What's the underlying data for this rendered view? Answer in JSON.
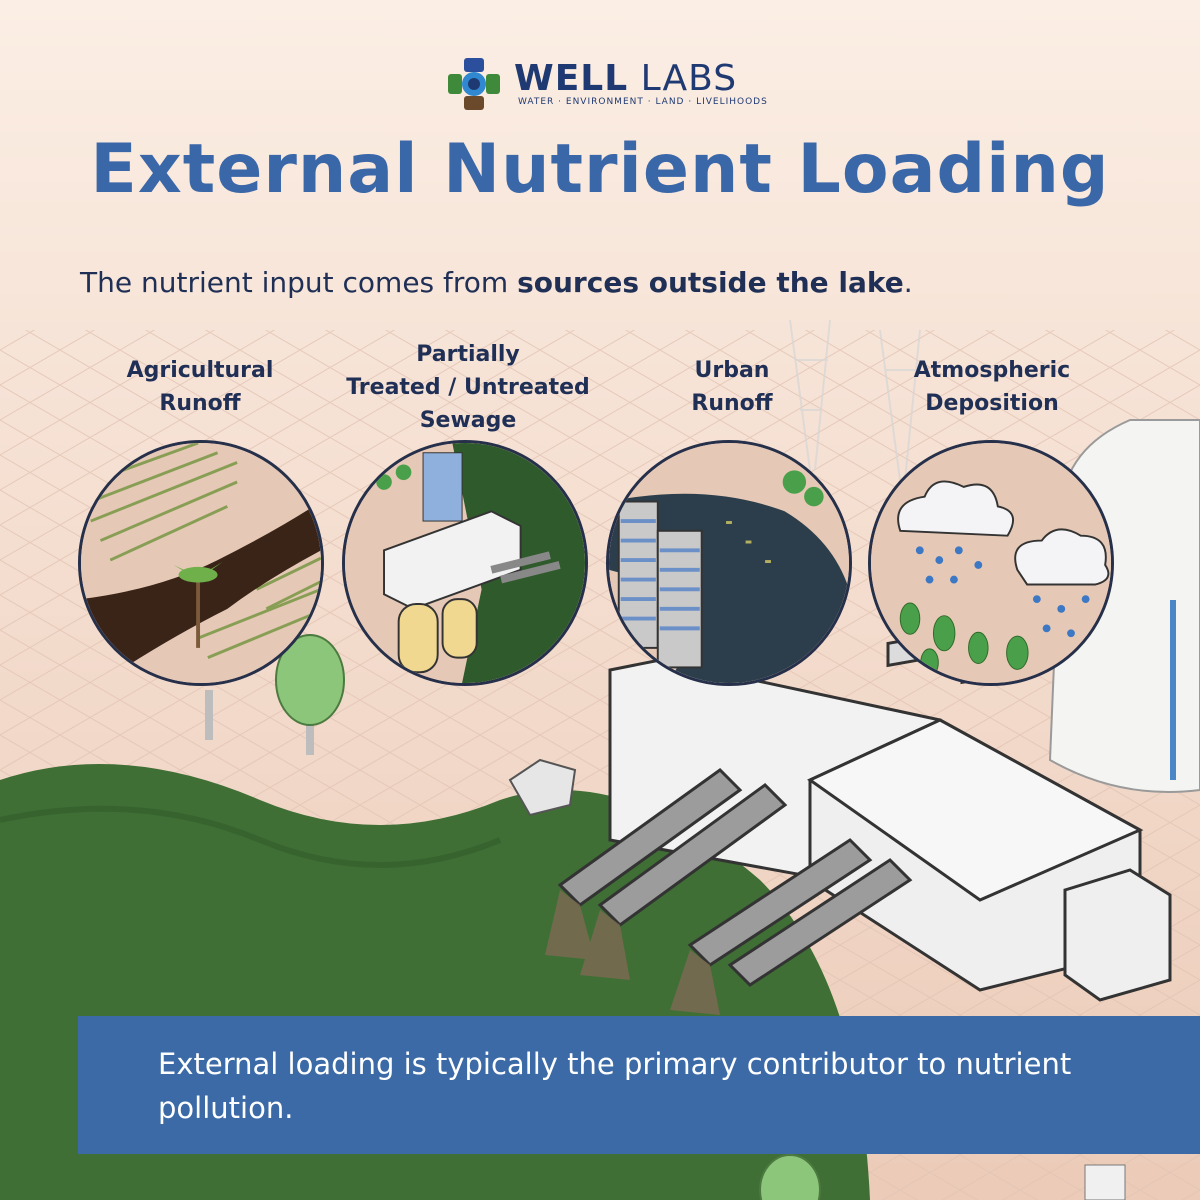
{
  "brand": {
    "name_bold": "WELL",
    "name_light": "LABS",
    "tagline": "WATER · ENVIRONMENT · LAND · LIVELIHOODS",
    "colors": {
      "navy": "#1f3a73",
      "blue": "#3b6aa7",
      "green": "#3f8a3a",
      "brown": "#6a4a2a"
    }
  },
  "title": "External Nutrient Loading",
  "subtitle": {
    "prefix": "The nutrient input comes from ",
    "bold": "sources outside the lake",
    "suffix": "."
  },
  "sources": [
    {
      "label": "Agricultural\nRunoff",
      "icon": "farm-field-icon"
    },
    {
      "label": "Partially\nTreated / Untreated\nSewage",
      "icon": "treatment-plant-icon"
    },
    {
      "label": "Urban\nRunoff",
      "icon": "city-buildings-icon"
    },
    {
      "label": "Atmospheric\nDeposition",
      "icon": "rain-cloud-icon"
    }
  ],
  "footer": {
    "text": "External loading is typically the primary contributor to nutrient pollution."
  }
}
